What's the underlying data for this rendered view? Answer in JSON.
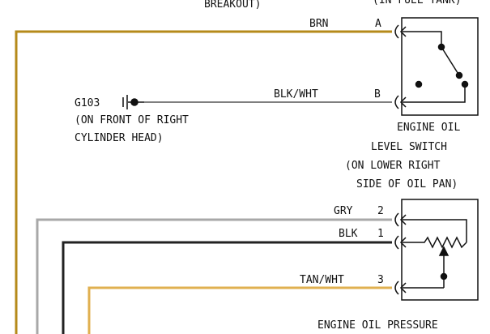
{
  "labels": {
    "breakout": "BREAKOUT)",
    "in_fuel_tank": "(IN FUEL TANK)",
    "g103": "G103",
    "g103_loc1": "(ON FRONT OF RIGHT",
    "g103_loc2": "CYLINDER HEAD)",
    "level_switch1": "ENGINE OIL",
    "level_switch2": "LEVEL SWITCH",
    "level_switch3": "(ON LOWER RIGHT",
    "level_switch4": "SIDE OF OIL PAN)",
    "pressure_sensor": "ENGINE OIL PRESSURE"
  },
  "wires": [
    {
      "label": "BRN",
      "pin": "A",
      "color": "#b58a1a"
    },
    {
      "label": "BLK/WHT",
      "pin": "B",
      "color": "#555555"
    },
    {
      "label": "GRY",
      "pin": "2",
      "color": "#a8a8a8"
    },
    {
      "label": "BLK",
      "pin": "1",
      "color": "#222222"
    },
    {
      "label": "TAN/WHT",
      "pin": "3",
      "color": "#e0b050"
    }
  ]
}
